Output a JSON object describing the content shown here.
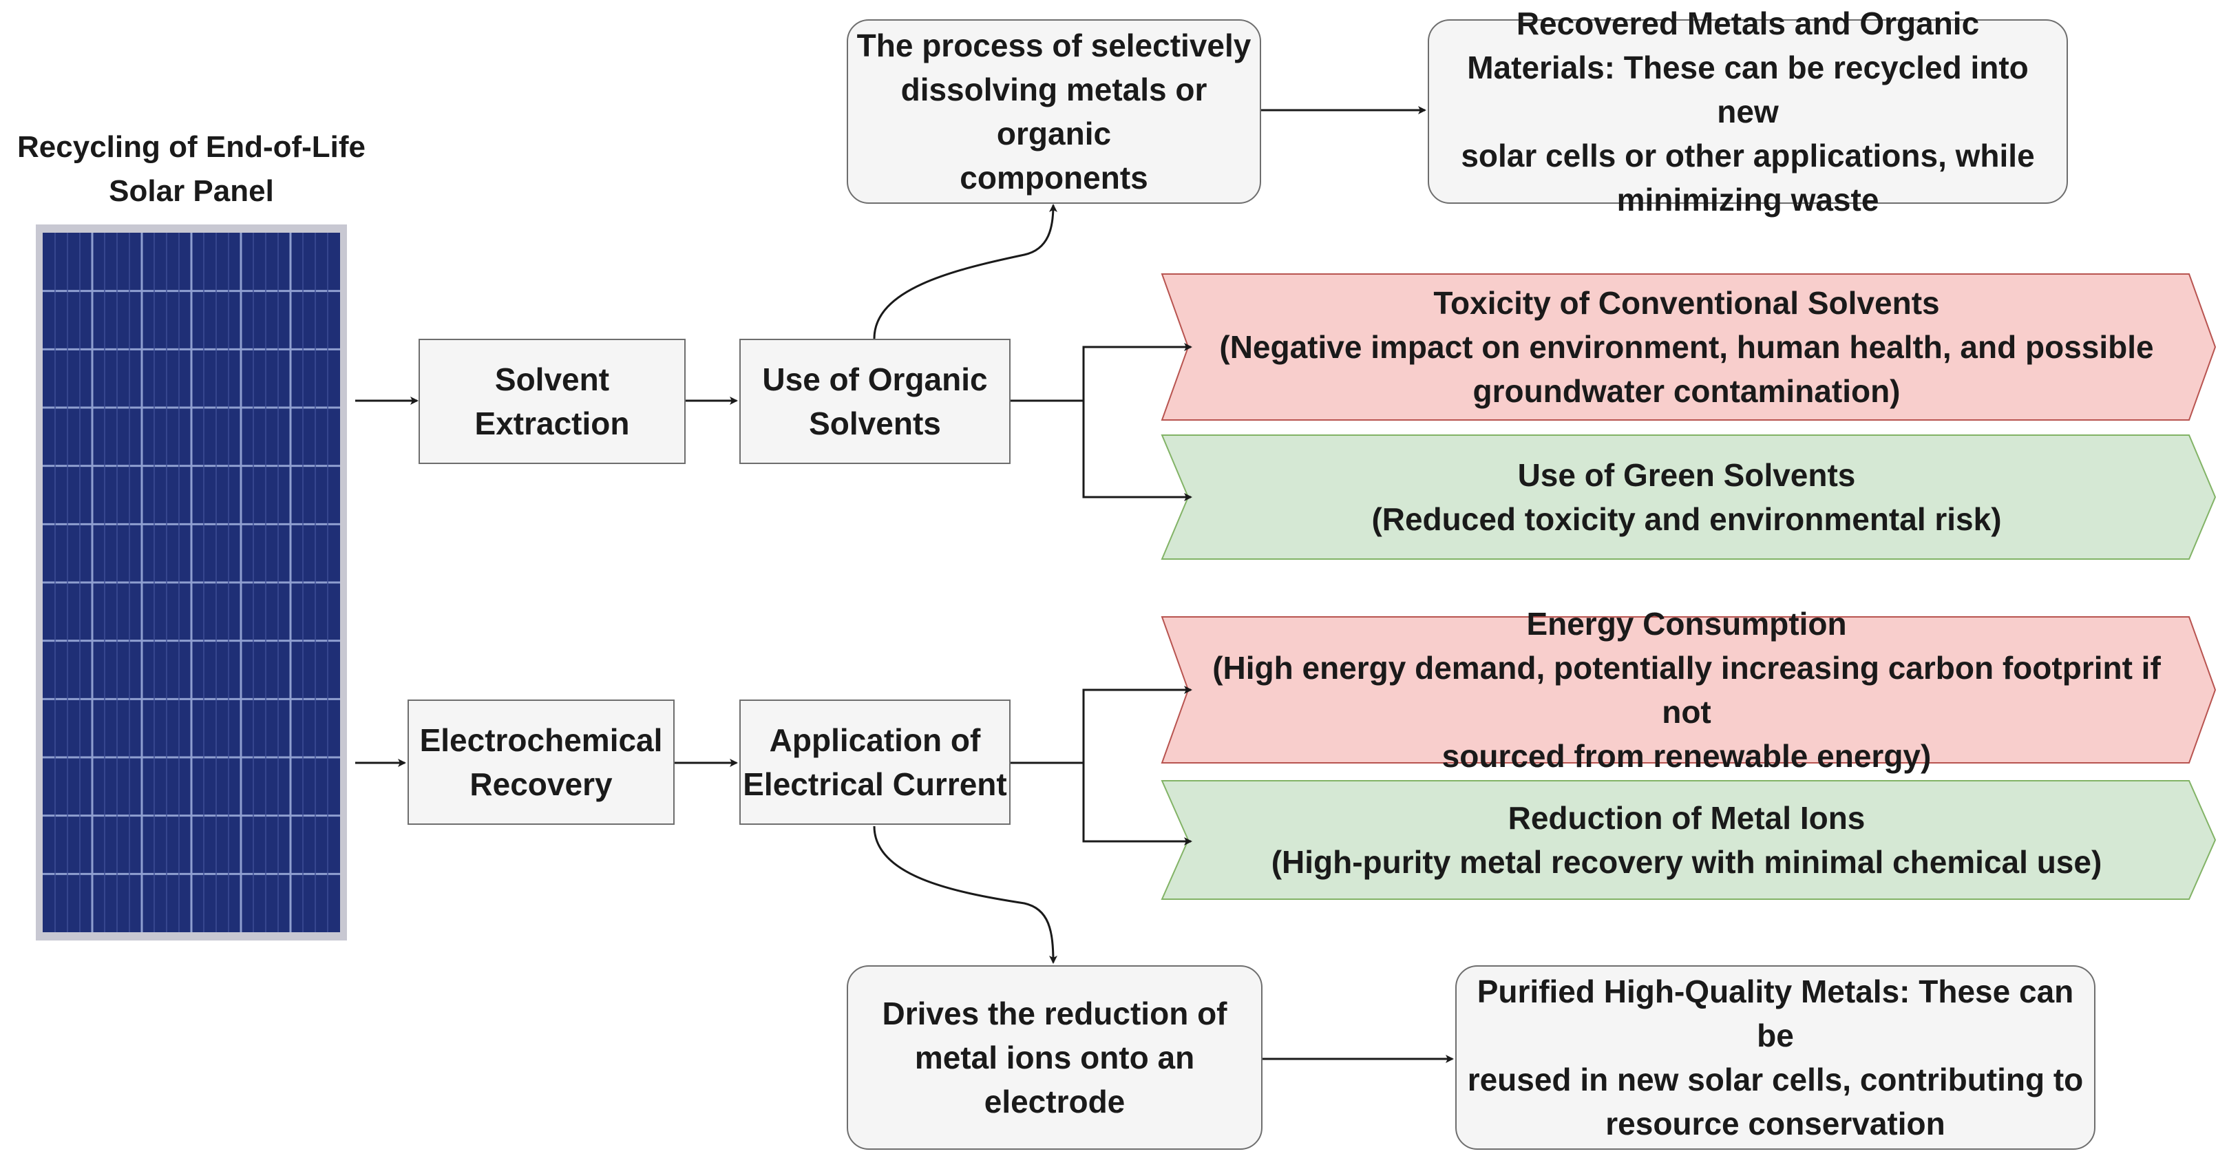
{
  "panel": {
    "title": "Recycling of End-of-Life\nSolar Panel",
    "image_name": "solar-panel-image",
    "cell_color": "#1f2f76",
    "frame_color": "#c8c8d2"
  },
  "nodes": {
    "solvent_extraction": "Solvent\nExtraction",
    "organic_solvents": "Use of Organic\nSolvents",
    "selective_dissolving": "The process of selectively\ndissolving metals or organic\ncomponents",
    "recovered_metals": "Recovered Metals and Organic\nMaterials: These can be recycled into new\nsolar cells or other applications, while\nminimizing waste",
    "electrochemical_recovery": "Electrochemical\nRecovery",
    "electrical_current": "Application of\nElectrical Current",
    "drives_reduction": "Drives the reduction of\nmetal ions onto an electrode",
    "purified_metals": "Purified High-Quality Metals: These can be\nreused in new solar cells, contributing to\nresource conservation"
  },
  "outcomes": {
    "toxicity": "Toxicity of Conventional Solvents\n(Negative impact on environment, human health, and possible\ngroundwater contamination)",
    "green_solvents": "Use of Green Solvents\n(Reduced toxicity and environmental risk)",
    "energy": "Energy Consumption\n(High energy demand, potentially increasing carbon footprint if not\nsourced from renewable energy)",
    "metal_ions": "Reduction of Metal Ions\n(High-purity metal recovery with minimal chemical use)"
  },
  "colors": {
    "negative_fill": "#f8cecc",
    "negative_stroke": "#b85450",
    "positive_fill": "#d5e8d4",
    "positive_stroke": "#82b366",
    "box_fill": "#f5f5f5",
    "box_stroke": "#6e6e6e",
    "line": "#1a1a1a"
  }
}
